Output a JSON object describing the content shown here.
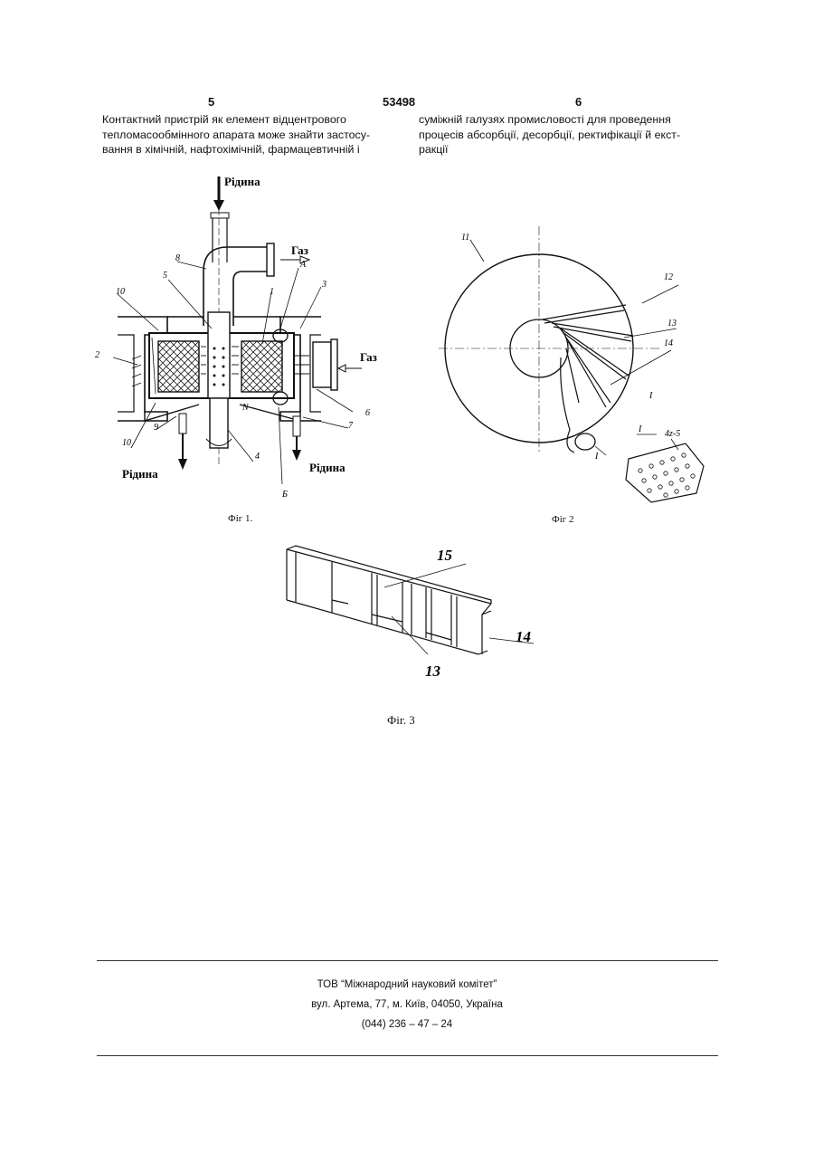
{
  "header": {
    "page_left": "5",
    "patent_no": "53498",
    "page_right": "6"
  },
  "text_left": [
    "Контактний пристрій як елемент відцентрового",
    "тепломасообмінного апарата може знайти застосу-",
    "вання в хімічній, нафтохімічній, фармацевтичній і"
  ],
  "text_right": [
    "суміжній галузях промисловості для проведення",
    "процесів абсорбції, десорбції, ректифікації й екст-",
    "ракції"
  ],
  "fig1": {
    "caption": "Фіг 1.",
    "liquid_in": "Рідина",
    "gas_out": "Газ",
    "gas_in": "Газ",
    "liquid_out_left": "Рідина",
    "liquid_out_right": "Рідина",
    "labels": {
      "n8": "8",
      "n5": "5",
      "nA": "А",
      "n1": "1",
      "n3": "3",
      "n10a": "10",
      "n2": "2",
      "n6": "6",
      "n10b": "10",
      "n9": "9",
      "nN": "N",
      "n4": "4",
      "n7": "7",
      "nB": "Б"
    }
  },
  "fig2": {
    "caption": "Фіг 2",
    "labels": {
      "n11": "11",
      "n12": "12",
      "n13": "13",
      "n14": "14",
      "nI": "I",
      "nI2": "I",
      "nDetail": "4z-5"
    }
  },
  "fig3": {
    "caption": "Фіг. 3",
    "labels": {
      "n15": "15",
      "n14": "14",
      "n13": "13"
    }
  },
  "footer": {
    "org": "ТОВ “Міжнародний науковий комітет”",
    "address": "вул. Артема, 77, м. Київ, 04050, Україна",
    "phone": "(044) 236 – 47 – 24"
  }
}
